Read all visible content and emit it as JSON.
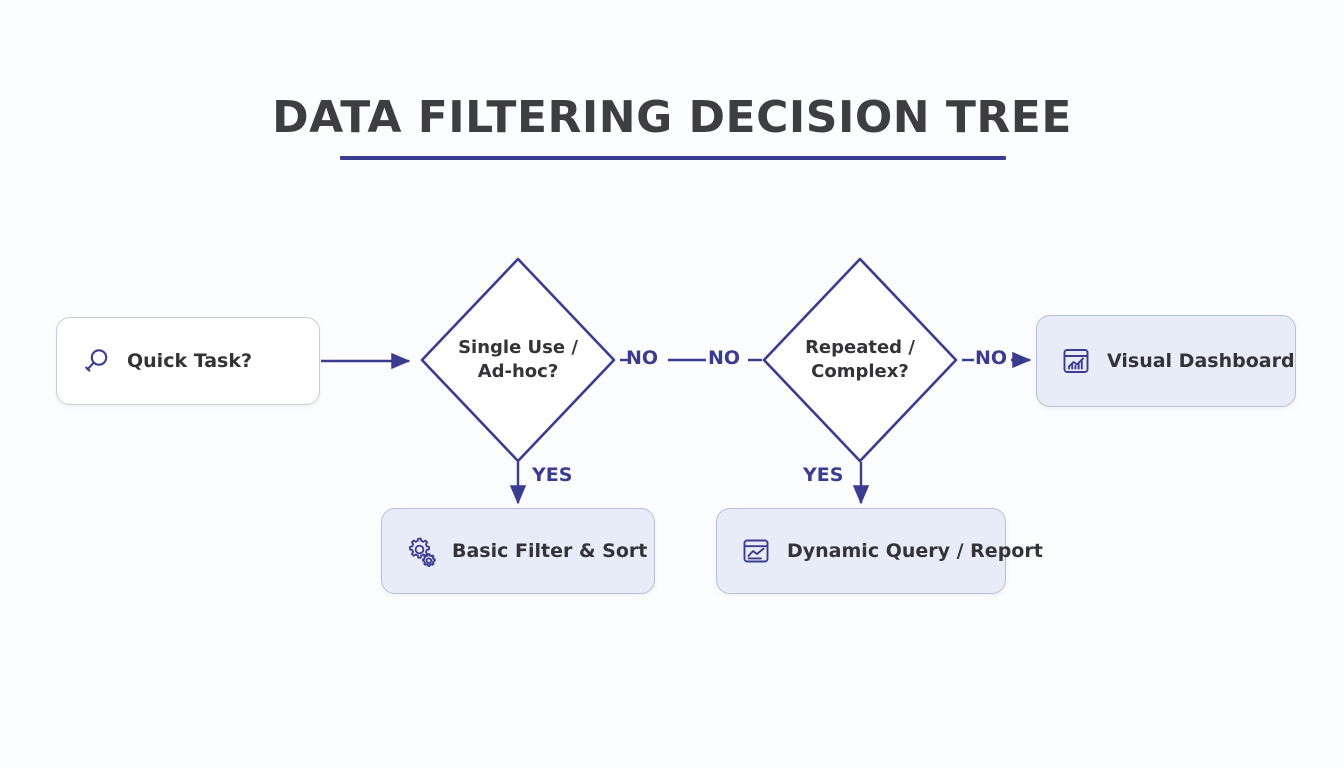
{
  "title": {
    "text": "DATA FILTERING DECISION TREE",
    "underline_color": "#3b3b8f"
  },
  "theme": {
    "background": "#fcfdfe",
    "line_color": "#3b3b8f",
    "accent": "#3b3b8f",
    "outcome_fill": "#e8ecf8",
    "outcome_border": "#b9bfd8",
    "start_fill": "#ffffff",
    "start_border": "#c9ccd4",
    "text_color": "#333338"
  },
  "nodes": {
    "start": {
      "label": "Quick Task?",
      "icon": "magnifier-icon",
      "shape": "rounded-rect"
    },
    "decision_1": {
      "line1": "Single Use /",
      "line2": "Ad-hoc?",
      "shape": "diamond"
    },
    "decision_2": {
      "line1": "Repeated /",
      "line2": "Complex?",
      "shape": "diamond"
    },
    "outcome_basic_filter": {
      "label": "Basic Filter & Sort",
      "icon": "gears-icon",
      "shape": "rounded-rect"
    },
    "outcome_dynamic_query": {
      "label": "Dynamic Query / Report",
      "icon": "line-chart-window-icon",
      "shape": "rounded-rect"
    },
    "outcome_dashboard": {
      "label": "Visual Dashboard",
      "icon": "bar-chart-window-icon",
      "shape": "rounded-rect"
    }
  },
  "edges": {
    "start_to_decision1": {
      "label": ""
    },
    "decision1_no_a": {
      "label": "NO"
    },
    "decision1_no_b": {
      "label": "NO"
    },
    "decision2_no": {
      "label": "NO"
    },
    "decision1_yes": {
      "label": "YES"
    },
    "decision2_yes": {
      "label": "YES"
    }
  }
}
